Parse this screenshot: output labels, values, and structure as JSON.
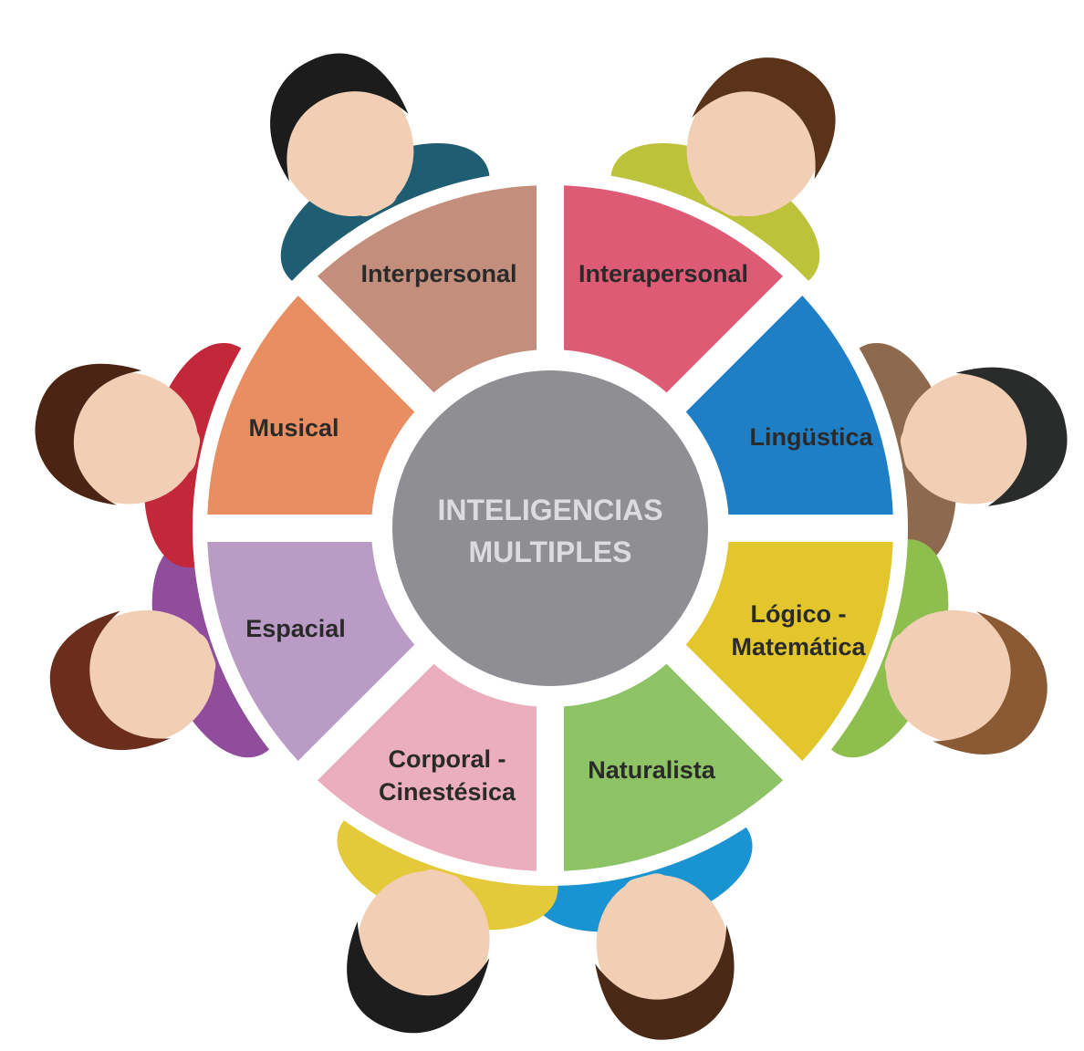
{
  "center": {
    "line1": "INTELIGENCIAS",
    "line2": "MULTIPLES",
    "fill": "#8f8e93",
    "text_color": "#dcdcde"
  },
  "segments": [
    {
      "key": "interapersonal",
      "lines": [
        "Interapersonal"
      ],
      "fill": "#de5b75"
    },
    {
      "key": "linguistica",
      "lines": [
        "Lingüstica"
      ],
      "fill": "#1f7fc6"
    },
    {
      "key": "logico",
      "lines": [
        "Lógico -",
        "Matemática"
      ],
      "fill": "#e3c62b"
    },
    {
      "key": "naturalista",
      "lines": [
        "Naturalista"
      ],
      "fill": "#8dc365"
    },
    {
      "key": "corporal",
      "lines": [
        "Corporal -",
        "Cinestésica"
      ],
      "fill": "#ebaebe"
    },
    {
      "key": "espacial",
      "lines": [
        "Espacial"
      ],
      "fill": "#b99bc5"
    },
    {
      "key": "musical",
      "lines": [
        "Musical"
      ],
      "fill": "#e88e60"
    },
    {
      "key": "interpersonal",
      "lines": [
        "Interpersonal"
      ],
      "fill": "#c38f7c"
    }
  ],
  "label_color": "#2a2a2a",
  "people": [
    {
      "name": "person-top-left",
      "shirt": "#1f5d72",
      "hair": "#1c1c1c"
    },
    {
      "name": "person-top-right",
      "shirt": "#bcc23a",
      "hair": "#5a3319"
    },
    {
      "name": "person-right-upper",
      "shirt": "#8d6a4e",
      "hair": "#2a2c2c"
    },
    {
      "name": "person-right-lower",
      "shirt": "#8dbe4e",
      "hair": "#8a5a35"
    },
    {
      "name": "person-bottom-right",
      "shirt": "#1a93d2",
      "hair": "#4a2a17"
    },
    {
      "name": "person-bottom-left",
      "shirt": "#e4c93b",
      "hair": "#1d1d1d"
    },
    {
      "name": "person-left-lower",
      "shirt": "#8f4d9b",
      "hair": "#6b2d1c"
    },
    {
      "name": "person-left-upper",
      "shirt": "#c3273a",
      "hair": "#4b2414"
    }
  ],
  "skin": "#f2cfb4"
}
